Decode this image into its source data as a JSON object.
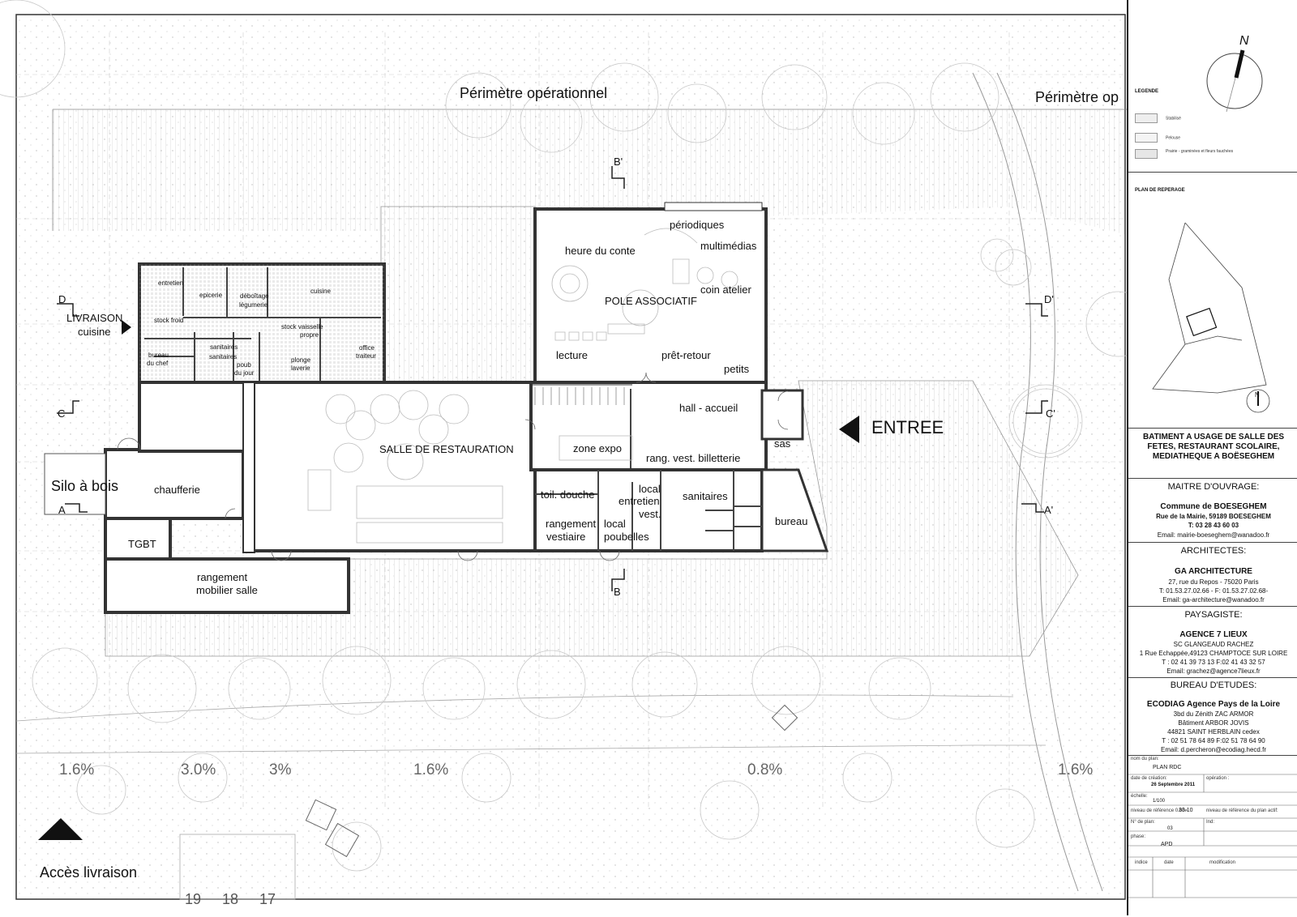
{
  "plan": {
    "perimeter_labels": [
      "Périmètre opérationnel",
      "Périmètre op"
    ],
    "rooms": {
      "livraison": "LIVRAISON",
      "cuisine_sub": "cuisine",
      "entretien": "entretien",
      "epicerie": "epicerie",
      "deboitage": "déboîtage",
      "legumerie": "légumerie",
      "cuisine": "cuisine",
      "stock_froid": "stock froid",
      "bureau": "bureau",
      "du_chef": "du chef",
      "sanitaires_small": "sanitaires",
      "sanitaires_small_2": "sanitaires",
      "poub": "poub",
      "du_jour": "du jour",
      "stock_vaisselle": "stock vaisselle",
      "propre": "propre",
      "plonge": "plonge",
      "laverie": "laverie",
      "office": "office",
      "traiteur": "traiteur",
      "periodiques": "périodiques",
      "multimedias": "multimédias",
      "heure_du_conte": "heure du conte",
      "coin_atelier": "coin atelier",
      "pole_associatif": "POLE ASSOCIATIF",
      "lecture": "lecture",
      "pret_retour": "prêt-retour",
      "petits": "petits",
      "hall_accueil": "hall - accueil",
      "salle_restauration": "SALLE DE RESTAURATION",
      "zone_expo": "zone expo",
      "rang_vest": "rang. vest. billetterie",
      "sas": "sas",
      "entree": "ENTREE",
      "silo": "Silo à bois",
      "chaufferie": "chaufferie",
      "tgbt": "TGBT",
      "rangement_mobilier_1": "rangement",
      "rangement_mobilier_2": "mobilier salle",
      "toil_douche": "toil. douche",
      "rangement_vestiaire_1": "rangement",
      "rangement_vestiaire_2": "vestiaire",
      "local_entretien_1": "local",
      "local_entretien_2": "entretien",
      "local_entretien_3": "vest.",
      "local_poubelles_1": "local",
      "local_poubelles_2": "poubelles",
      "sanitaires": "sanitaires",
      "bureau_right": "bureau",
      "acces_livraison": "Accès livraison"
    },
    "section_markers": [
      "B'",
      "B",
      "C",
      "C'",
      "D",
      "D'",
      "A",
      "A'"
    ],
    "slopes": [
      "1.6%",
      "3.0%",
      "3%",
      "1.6%",
      "0.8%",
      "1.6%"
    ],
    "bottom_numbers": [
      "19",
      "18",
      "17"
    ]
  },
  "panel": {
    "legend_title": "LEGENDE",
    "legend_items": [
      "Stabilisé",
      "Pelouse",
      "Prairie - graminées et fleurs fauchées"
    ],
    "reperage_title": "PLAN DE REPERAGE",
    "north": "N",
    "project_title": "BATIMENT A USAGE DE SALLE DES FETES, RESTAURANT SCOLAIRE, MEDIATHEQUE A BOËSEGHEM",
    "moa_label": "MAITRE D'OUVRAGE:",
    "moa_name": "Commune de BOESEGHEM",
    "moa_addr": "Rue de la Mairie, 59189 BOESEGHEM",
    "moa_tel": "T: 03 28 43 60 03",
    "moa_email": "Email: mairie-boeseghem@wanadoo.fr",
    "arch_label": "ARCHITECTES:",
    "arch_name": "GA ARCHITECTURE",
    "arch_addr": "27, rue du Repos  -  75020 Paris",
    "arch_tel": "T: 01.53.27.02.66 - F: 01.53.27.02.68-",
    "arch_email": "Email: ga-architecture@wanadoo.fr",
    "pay_label": "PAYSAGISTE:",
    "pay_name": "AGENCE 7 LIEUX",
    "pay_sub": "SC GLANGEAUD RACHEZ",
    "pay_addr": "1 Rue Echappée,49123 CHAMPTOCE SUR LOIRE",
    "pay_tel": "T : 02 41 39 73 13 F:02 41 43 32 57",
    "pay_email": "Email: grachez@agence7lieux.fr",
    "be_label": "BUREAU D'ETUDES:",
    "be_name": "ECODIAG Agence Pays de la Loire",
    "be_addr1": "3bd du Zénith ZAC ARMOR",
    "be_addr2": "Bâtiment ARBOR JOVIS",
    "be_addr3": "44821 SAINT HERBLAIN cedex",
    "be_tel": "T : 02 51 78 64 89 F:02 51 78 64 90",
    "be_email": "Email: d.percheron@ecodiag.hecd.fr",
    "tb_nom_label": "nom du plan:",
    "tb_nom": "PLAN RDC",
    "tb_date_label": "date de création:",
    "tb_date": "26 Septembre 2011",
    "tb_op_label": "opération :",
    "tb_echelle_label": "échelle:",
    "tb_echelle": "1/100",
    "tb_niveau_label": "niveau de référence 0.00=",
    "tb_niveau": "33.10",
    "tb_niveau_ref_label": "niveau de référence du plan actif:",
    "tb_num_label": "N° de plan:",
    "tb_num": "03",
    "tb_ind_label": "Ind:",
    "tb_phase_label": "phase:",
    "tb_phase": "APD",
    "tb_indice_label": "indice",
    "tb_date2_label": "date",
    "tb_modif_label": "modification"
  }
}
